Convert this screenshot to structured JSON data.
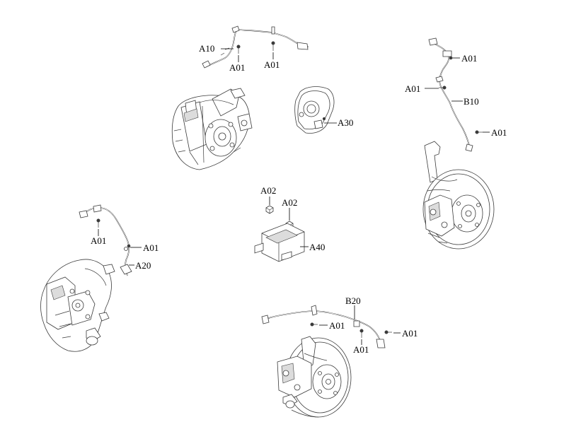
{
  "labels": {
    "a10": "A10",
    "a01_top_left": "A01",
    "a01_top_right": "A01",
    "a30": "A30",
    "a01_right_top": "A01",
    "a01_right_mid": "A01",
    "b10": "B10",
    "a01_right_low": "A01",
    "a02_left": "A02",
    "a02_right": "A02",
    "a40": "A40",
    "a01_left_a": "A01",
    "a01_left_b": "A01",
    "a20": "A20",
    "b20": "B20",
    "a01_bottom_a": "A01",
    "a01_bottom_b": "A01",
    "a01_bottom_c": "A01"
  },
  "colors": {
    "line": "#000000",
    "part_stroke": "#3a3a3a",
    "part_fill": "#ffffff",
    "shade": "#dcdcdc"
  }
}
